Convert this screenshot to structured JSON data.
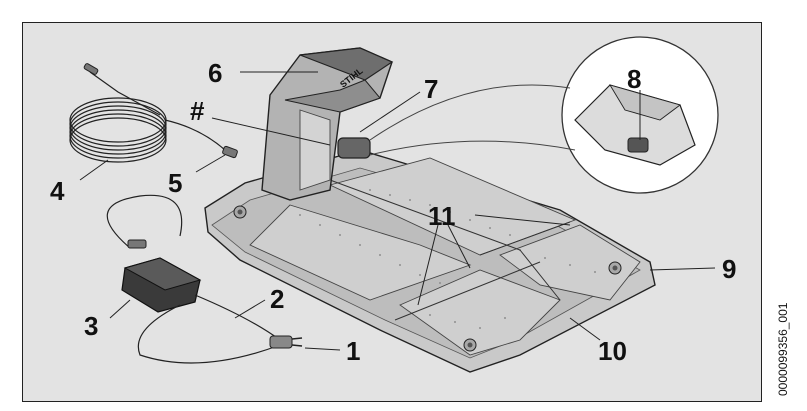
{
  "figure": {
    "brand_text": "STIHL",
    "document_id": "0000099356_001",
    "callouts": {
      "c1": "1",
      "c2": "2",
      "c3": "3",
      "c4": "4",
      "c5": "5",
      "c6": "6",
      "c7": "7",
      "c8": "8",
      "c9": "9",
      "c10": "10",
      "c11": "11",
      "hash": "#"
    }
  }
}
